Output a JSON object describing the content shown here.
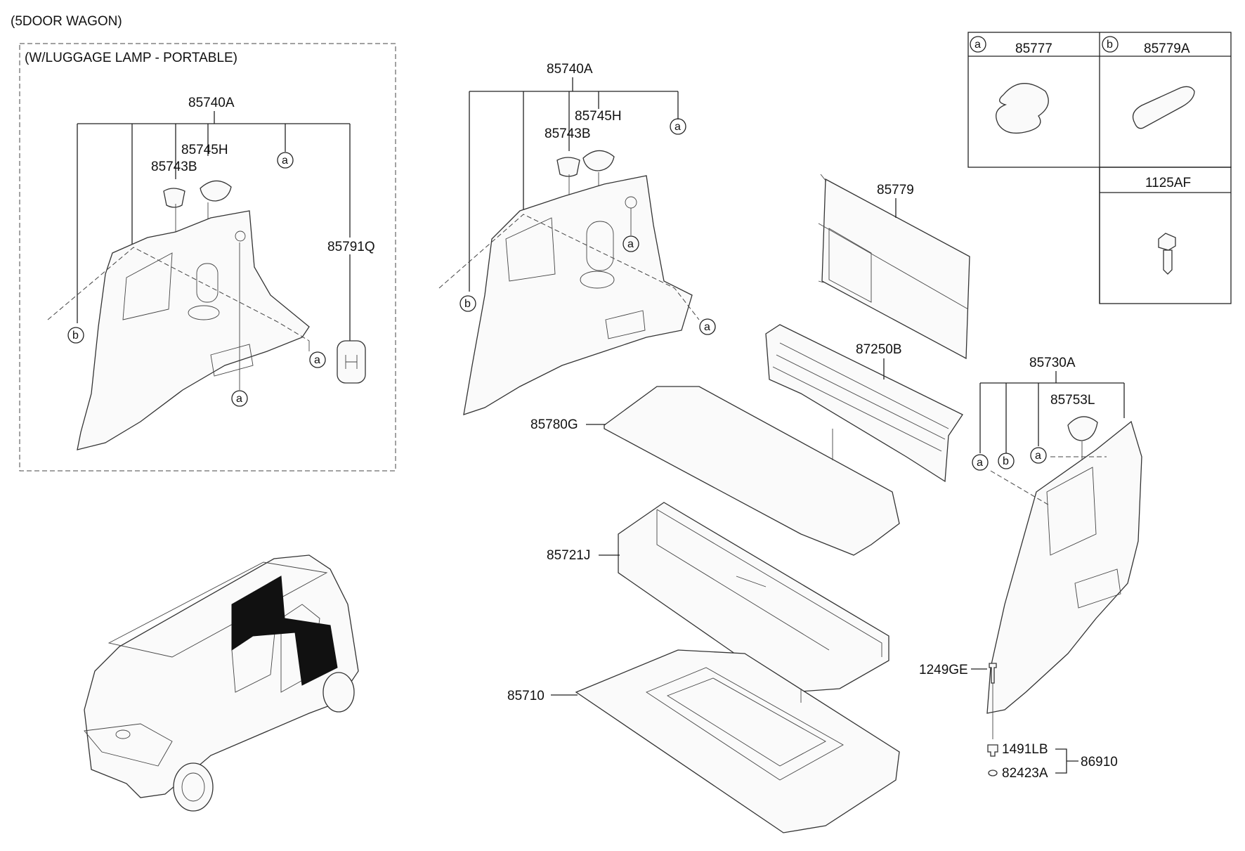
{
  "header": {
    "title": "(5DOOR WAGON)"
  },
  "inset": {
    "title": "(W/LUGGAGE LAMP - PORTABLE)"
  },
  "labels": {
    "p85740A": "85740A",
    "p85745H": "85745H",
    "p85743B": "85743B",
    "p85791Q": "85791Q",
    "p85779": "85779",
    "p87250B": "87250B",
    "p85780G": "85780G",
    "p85721J": "85721J",
    "p85710": "85710",
    "p85730A": "85730A",
    "p85753L": "85753L",
    "p1249GE": "1249GE",
    "p1491LB": "1491LB",
    "p82423A": "82423A",
    "p86910": "86910"
  },
  "callouts": {
    "a": "a",
    "b": "b"
  },
  "legend_table": {
    "cell_a_marker": "a",
    "cell_a_part": "85777",
    "cell_b_marker": "b",
    "cell_b_part": "85779A",
    "cell_c_part": "1125AF"
  }
}
